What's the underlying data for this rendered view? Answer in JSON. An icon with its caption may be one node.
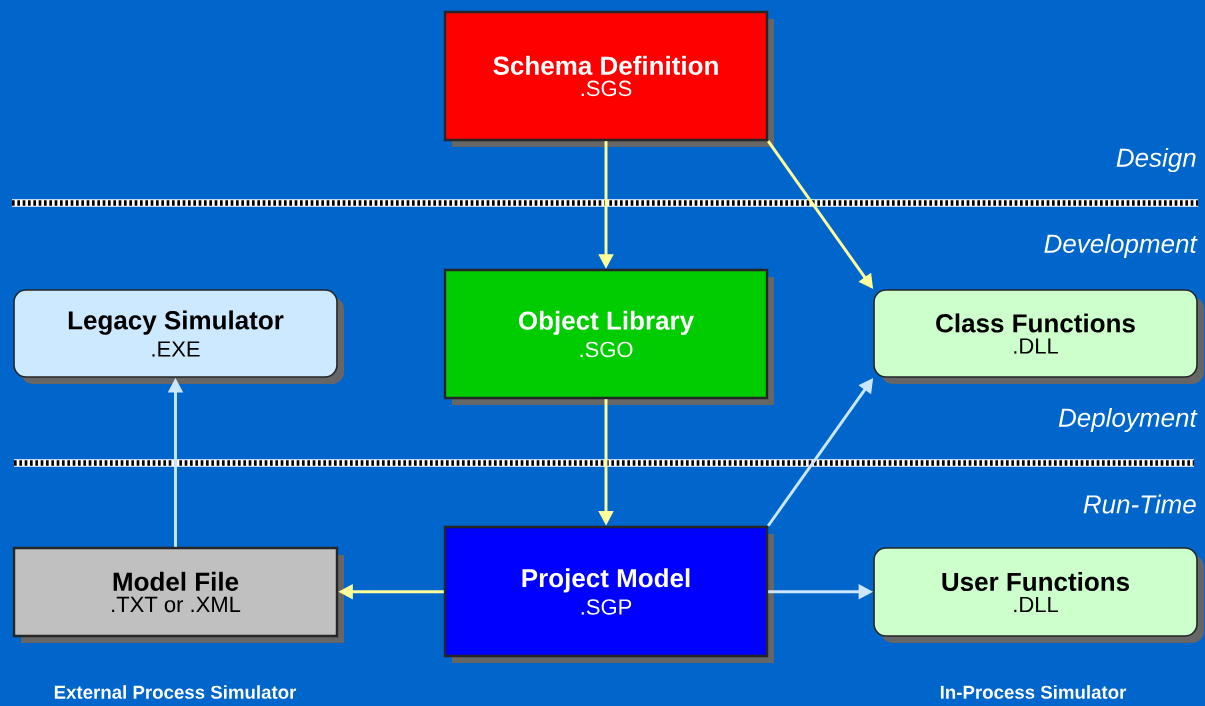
{
  "diagram": {
    "nodes": [
      {
        "text": [
          "Schema Definition",
          ".SGS"
        ]
      },
      {
        "text": [
          "Object Library",
          ".SGO"
        ]
      },
      {
        "text": [
          "Legacy Simulator",
          ".EXE"
        ]
      },
      {
        "text": [
          "Class Functions",
          ".DLL"
        ]
      },
      {
        "text": [
          "Model File",
          ".TXT or .XML"
        ]
      },
      {
        "text": [
          "Project Model",
          ".SGP"
        ]
      },
      {
        "text": [
          "User Functions",
          ".DLL"
        ]
      }
    ],
    "edges": [
      {
        "from": 0,
        "to": 1,
        "arrow": "to"
      },
      {
        "from": 0,
        "to": 3,
        "arrow": "to"
      },
      {
        "from": 1,
        "to": 5,
        "arrow": "to"
      },
      {
        "from": 5,
        "to": 3,
        "arrow": "to",
        "color": "#cce6ff"
      },
      {
        "from": 5,
        "to": 4,
        "arrow": "to"
      },
      {
        "from": 5,
        "to": 6,
        "arrow": "to",
        "color": "#cce6ff"
      },
      {
        "from": 4,
        "to": 2,
        "arrow": "to",
        "color": "#cce6ff"
      }
    ],
    "labels": [
      "Design",
      "Development",
      "Deployment",
      "Run-Time",
      "External Process Simulator",
      "In-Process Simulator"
    ]
  }
}
